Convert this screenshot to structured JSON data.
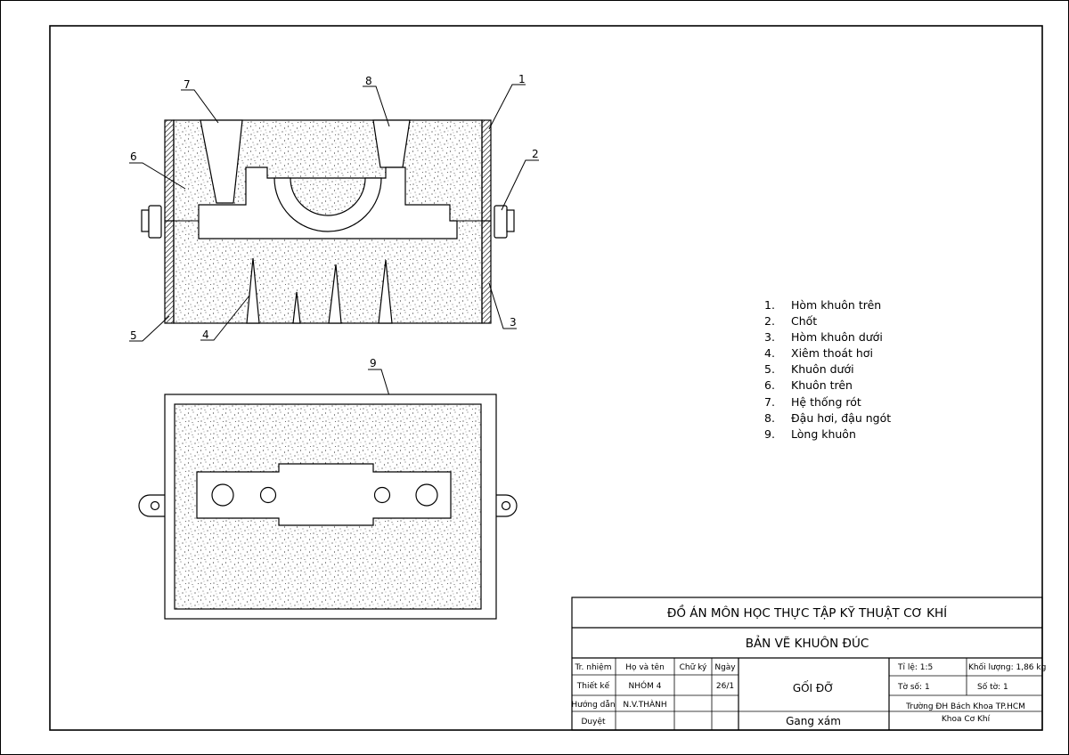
{
  "callouts": [
    "1",
    "2",
    "3",
    "4",
    "5",
    "6",
    "7",
    "8",
    "9"
  ],
  "legend": [
    {
      "num": "1.",
      "text": "Hòm khuôn trên"
    },
    {
      "num": "2.",
      "text": "Chốt"
    },
    {
      "num": "3.",
      "text": "Hòm khuôn dưới"
    },
    {
      "num": "4.",
      "text": "Xiêm thoát hơi"
    },
    {
      "num": "5.",
      "text": "Khuôn dưới"
    },
    {
      "num": "6.",
      "text": "Khuôn trên"
    },
    {
      "num": "7.",
      "text": "Hệ thống rót"
    },
    {
      "num": "8.",
      "text": "Đậu hơi, đậu ngót"
    },
    {
      "num": "9.",
      "text": "Lòng khuôn"
    }
  ],
  "title_block": {
    "project": "ĐỒ ÁN MÔN HỌC THỰC TẬP KỸ THUẬT CƠ KHÍ",
    "drawing": "BẢN VẼ KHUÔN ĐÚC",
    "headers": {
      "role": "Tr. nhiệm",
      "name": "Họ và tên",
      "sign": "Chữ ký",
      "date": "Ngày"
    },
    "rows": [
      {
        "role": "Thiết kế",
        "name": "NHÓM 4",
        "date": "26/1"
      },
      {
        "role": "Hướng dẫn",
        "name": "N.V.THÀNH",
        "date": ""
      },
      {
        "role": "Duyệt",
        "name": "",
        "date": ""
      }
    ],
    "part_name": "GỐI ĐỠ",
    "material": "Gang xám",
    "scale": "Tỉ lệ: 1:5",
    "mass": "Khối lượng: 1,86 kg",
    "sheet_no": "Tờ số: 1",
    "sheet_count": "Số tờ: 1",
    "school": "Trường ĐH Bách Khoa TP.HCM",
    "faculty": "Khoa Cơ Khí"
  }
}
